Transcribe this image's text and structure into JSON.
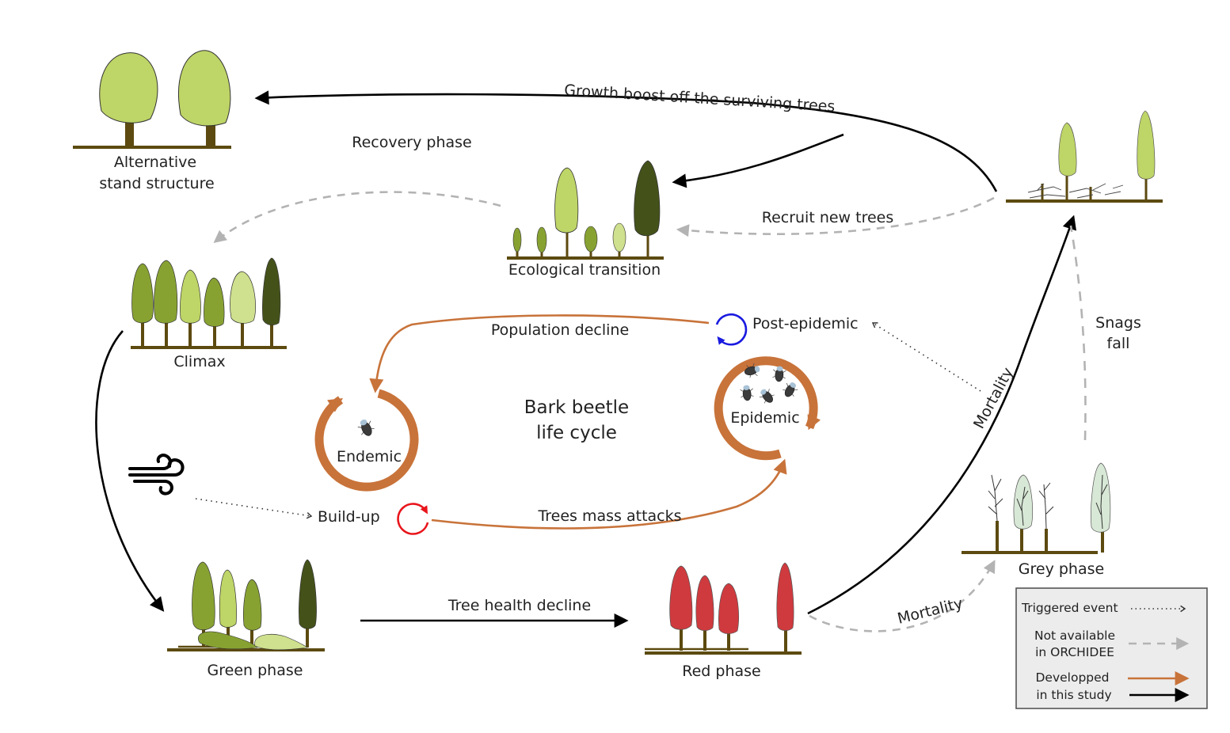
{
  "title": "Bark beetle life cycle",
  "colors": {
    "developped": "#c8733a",
    "not_available": "#b3b3b3",
    "black": "#000000",
    "buildup_loop": "#e8151b",
    "post_epidemic_loop": "#1a1ae0",
    "legend_bg": "#ececec",
    "ground": "#5c4a10",
    "green_light": "#bed567",
    "green_mid": "#88a232",
    "green_pale": "#cfe08e",
    "green_dark": "#44521a",
    "red_tree": "#cf3a3e",
    "grey_tree": "#d8e8d6"
  },
  "stages": {
    "alternative": {
      "line1": "Alternative",
      "line2": "stand structure"
    },
    "ecological": {
      "label": "Ecological transition"
    },
    "climax": {
      "label": "Climax"
    },
    "green": {
      "label": "Green phase"
    },
    "red": {
      "label": "Red phase"
    },
    "grey": {
      "label": "Grey phase"
    }
  },
  "transitions": {
    "growth_boost": "Growth boost off the surviving trees",
    "recovery": "Recovery phase",
    "recruit": "Recruit new trees",
    "snags_line1": "Snags",
    "snags_line2": "fall",
    "mortality_main": "Mortality",
    "mortality_grey": "Mortality",
    "tree_health": "Tree health decline"
  },
  "cycle": {
    "center_line1": "Bark beetle",
    "center_line2": "life cycle",
    "endemic": "Endemic",
    "epidemic": "Epidemic",
    "build_up": "Build-up",
    "post_epidemic": "Post-epidemic",
    "population_decline": "Population decline",
    "mass_attacks": "Trees mass attacks"
  },
  "icons": {
    "wind": "wind-icon",
    "beetle": "beetle-icon"
  },
  "legend": {
    "triggered": "Triggered event",
    "not_available_line1": "Not available",
    "not_available_line2": "in ORCHIDEE",
    "developped_line1": "Developped",
    "developped_line2": "in this study"
  }
}
